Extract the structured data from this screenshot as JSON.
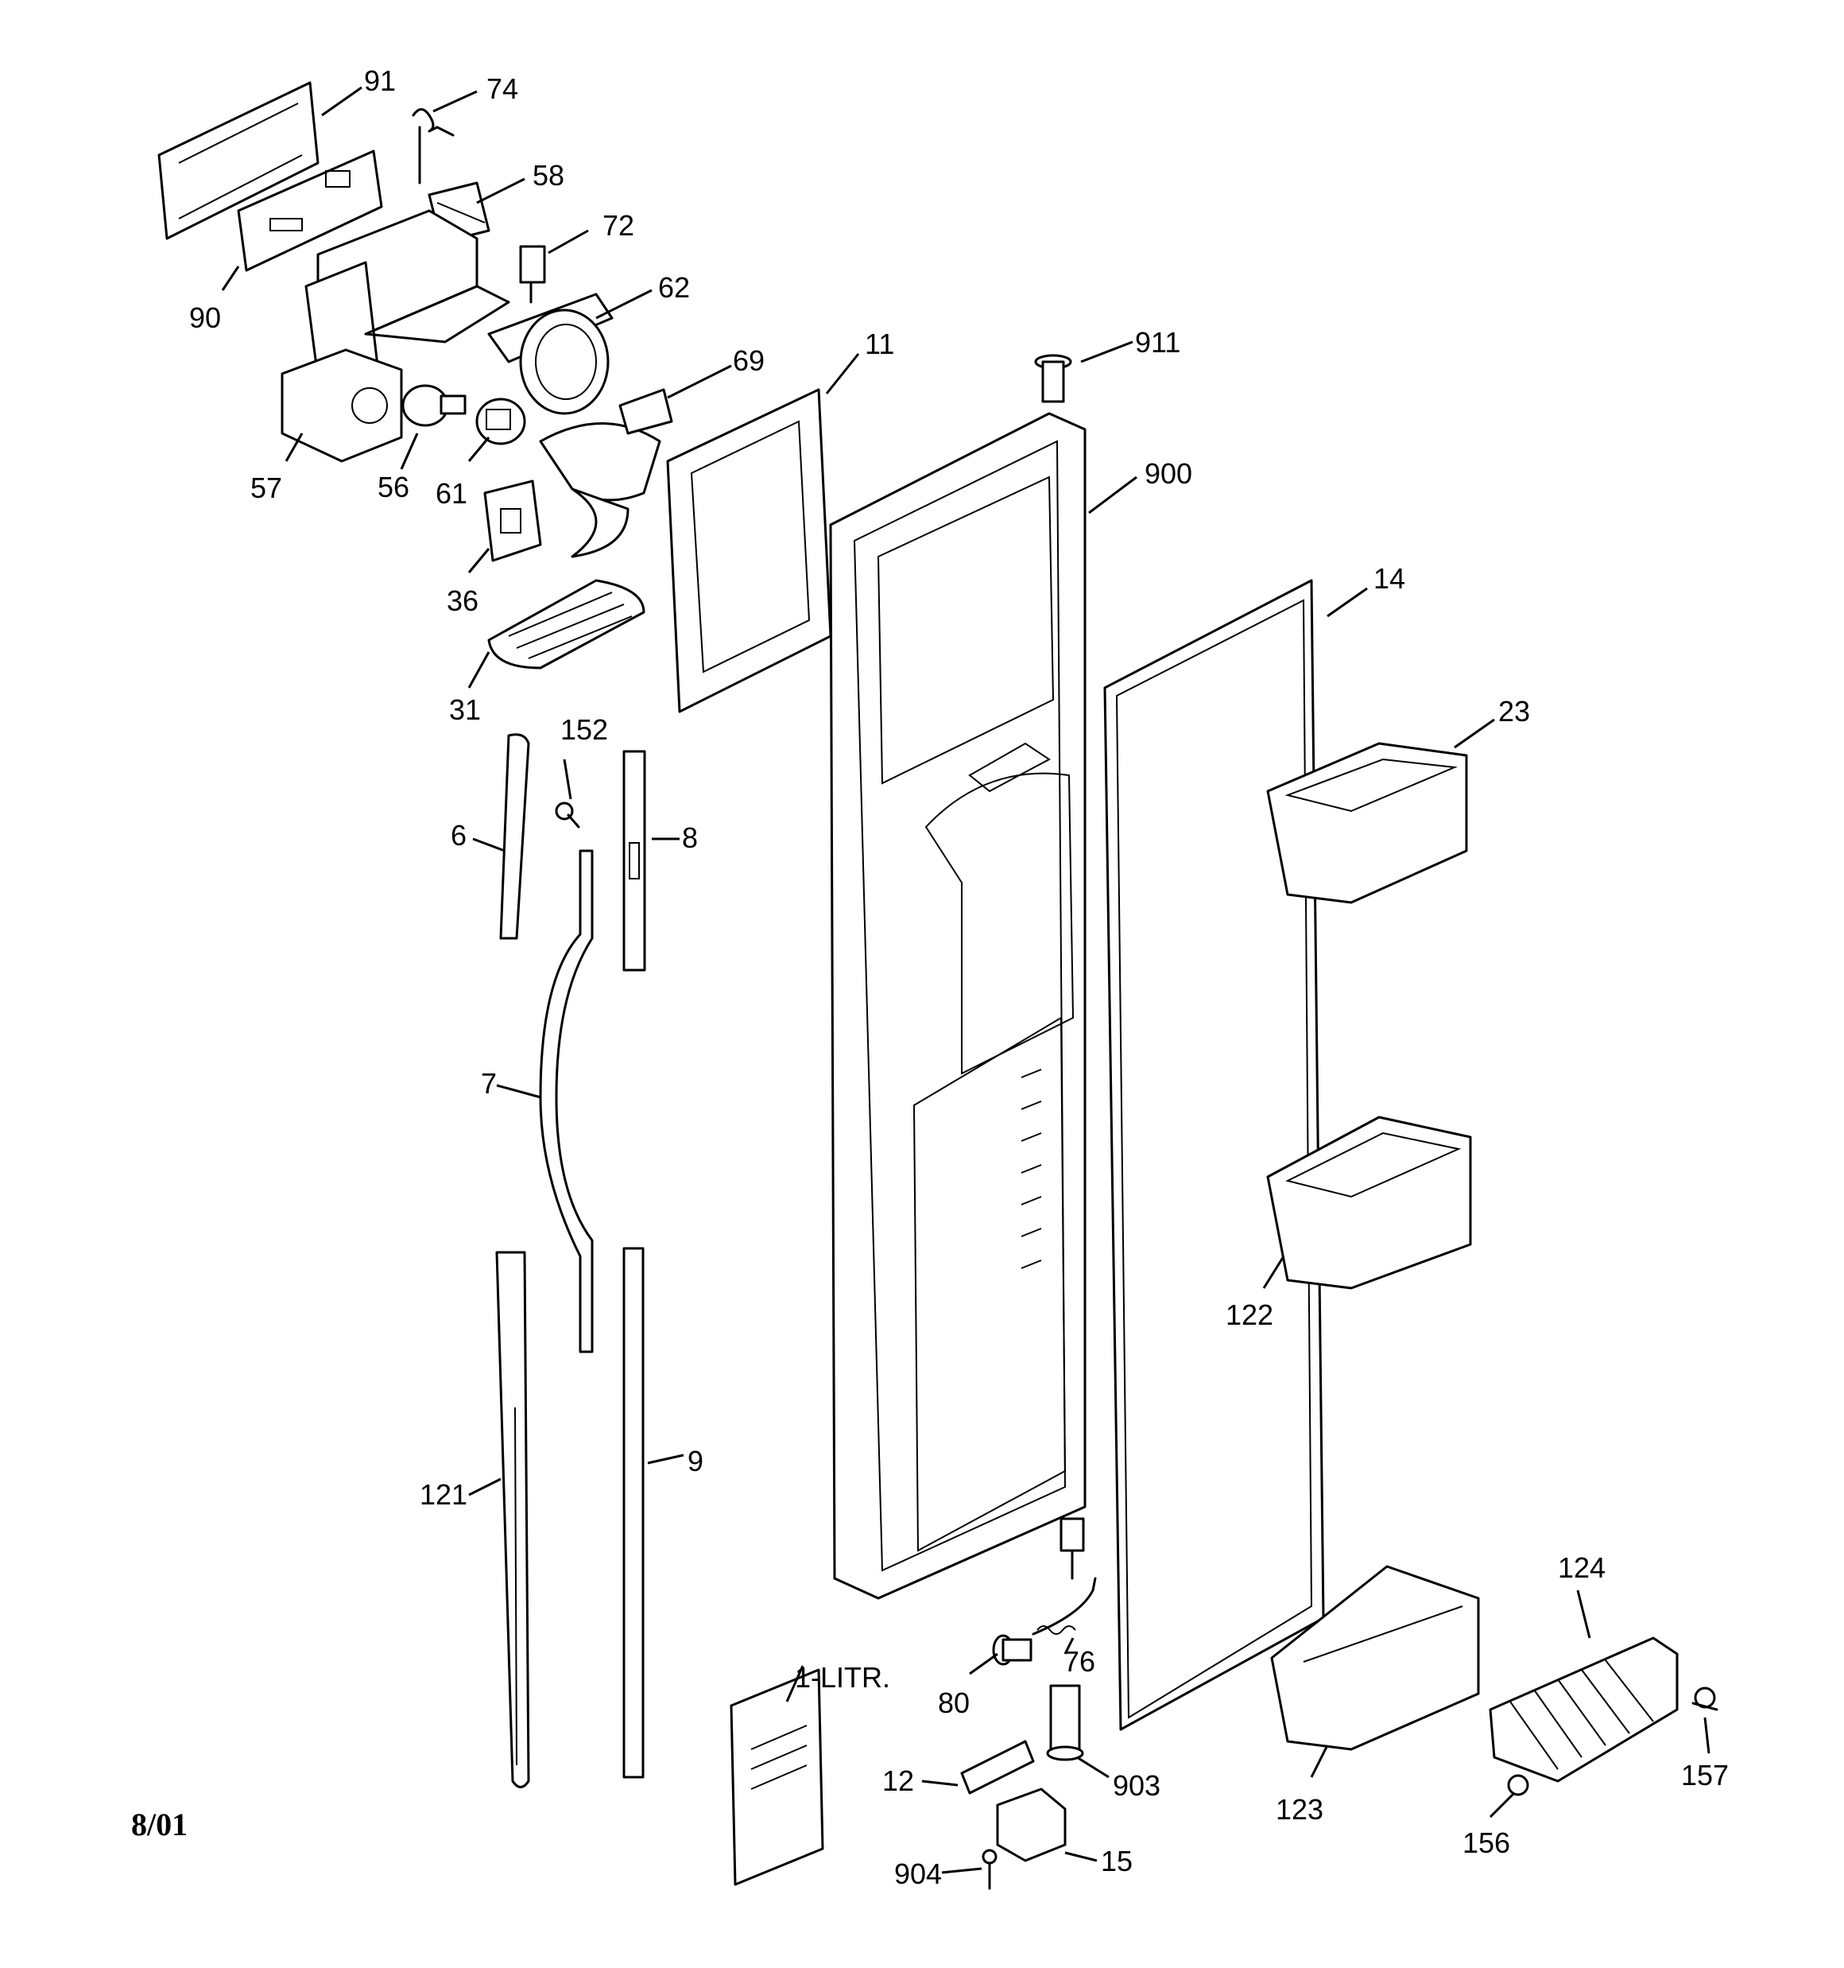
{
  "date_code": "8/01",
  "labels": {
    "l91": "91",
    "l74": "74",
    "l58": "58",
    "l72": "72",
    "l62": "62",
    "l90": "90",
    "l69": "69",
    "l11": "11",
    "l911": "911",
    "l57": "57",
    "l56": "56",
    "l61": "61",
    "l900": "900",
    "l36": "36",
    "l14": "14",
    "l31": "31",
    "l23": "23",
    "l152": "152",
    "l6": "6",
    "l8": "8",
    "l7": "7",
    "l122": "122",
    "l9": "9",
    "l121": "121",
    "l124": "124",
    "l76": "76",
    "l1litr": "1-LITR.",
    "l80": "80",
    "l157": "157",
    "l12": "12",
    "l903": "903",
    "l123": "123",
    "l156": "156",
    "l904": "904",
    "l15": "15"
  }
}
